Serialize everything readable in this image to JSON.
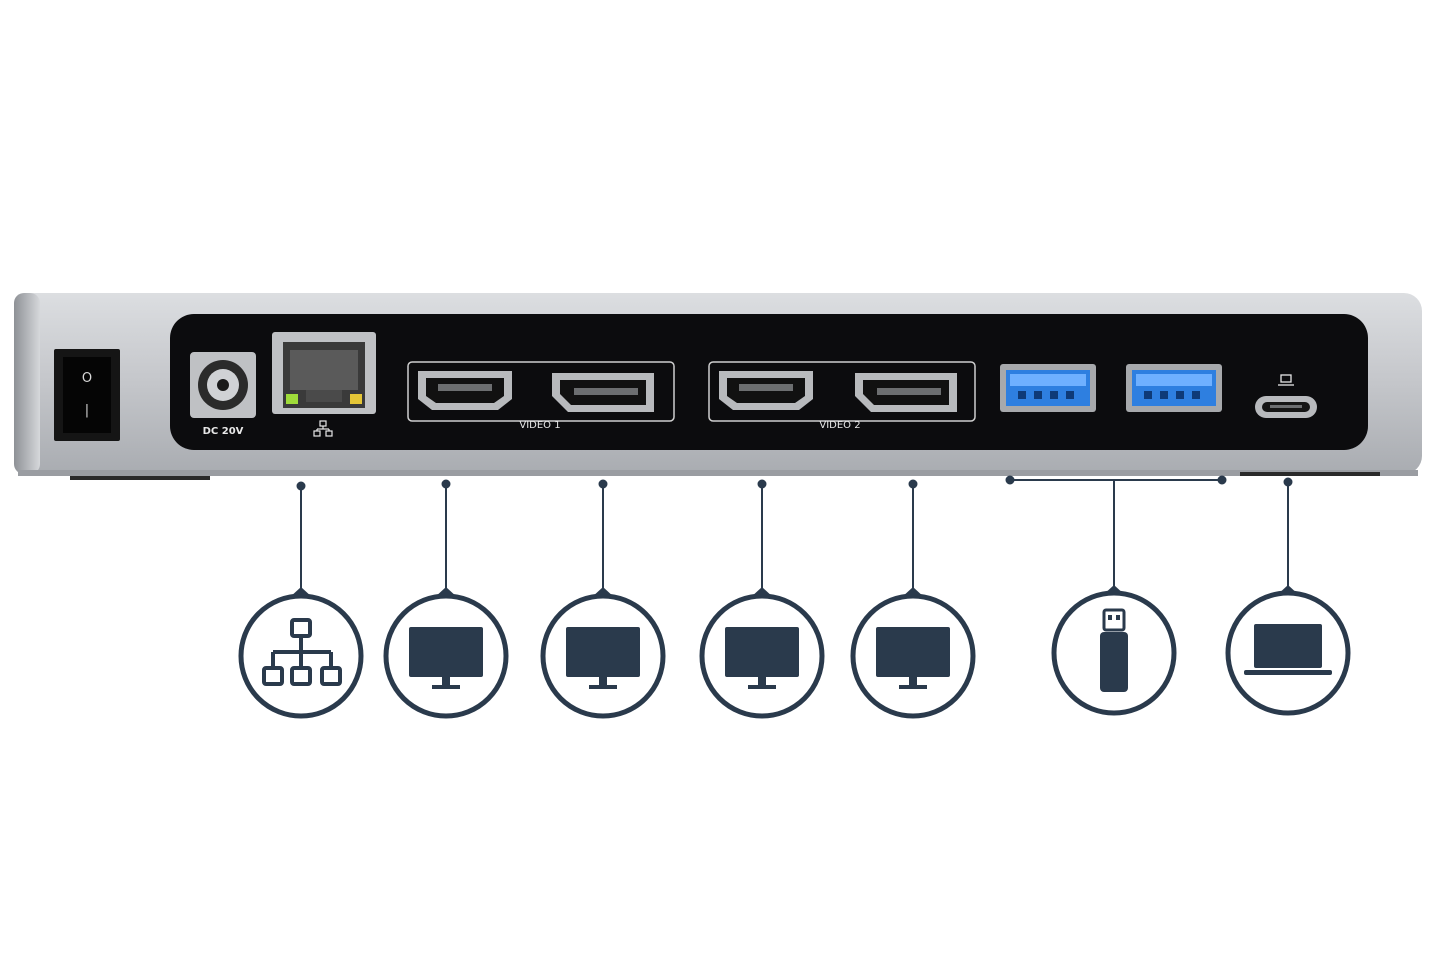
{
  "labels": {
    "dc": "DC 20V",
    "video1": "VIDEO 1",
    "video2": "VIDEO 2"
  },
  "switch": {
    "on_mark": "O",
    "off_mark": "|"
  },
  "colors": {
    "icon_navy": "#2a3a4c",
    "panel_black": "#0c0c0e",
    "silver": "#c9cbcf",
    "usb_blue": "#2e7fe0",
    "led_green": "#9fdc3a",
    "led_amber": "#e5c637"
  },
  "icons": [
    "network-icon",
    "monitor-icon",
    "monitor-icon",
    "monitor-icon",
    "monitor-icon",
    "usb-drive-icon",
    "laptop-icon"
  ]
}
